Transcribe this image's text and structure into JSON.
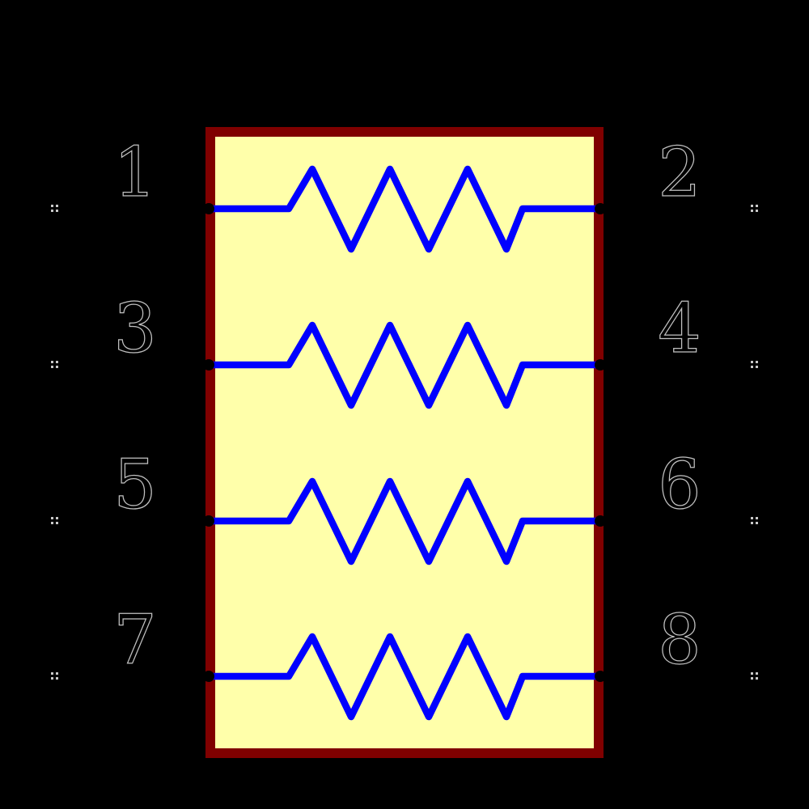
{
  "canvas": {
    "background_color": "#000000"
  },
  "schematic": {
    "body": {
      "fill_color": "#ffffaa",
      "border_color": "#800000"
    },
    "resistor_color": "#0000ff",
    "pin_dot_color": "#000000",
    "pin_end_marker_color": "#c8c8c8",
    "pin_label_fill": "#000000",
    "pin_label_outline": "#c0c0c0",
    "rows": [
      {
        "left_pin": "1",
        "right_pin": "2"
      },
      {
        "left_pin": "3",
        "right_pin": "4"
      },
      {
        "left_pin": "5",
        "right_pin": "6"
      },
      {
        "left_pin": "7",
        "right_pin": "8"
      }
    ]
  }
}
